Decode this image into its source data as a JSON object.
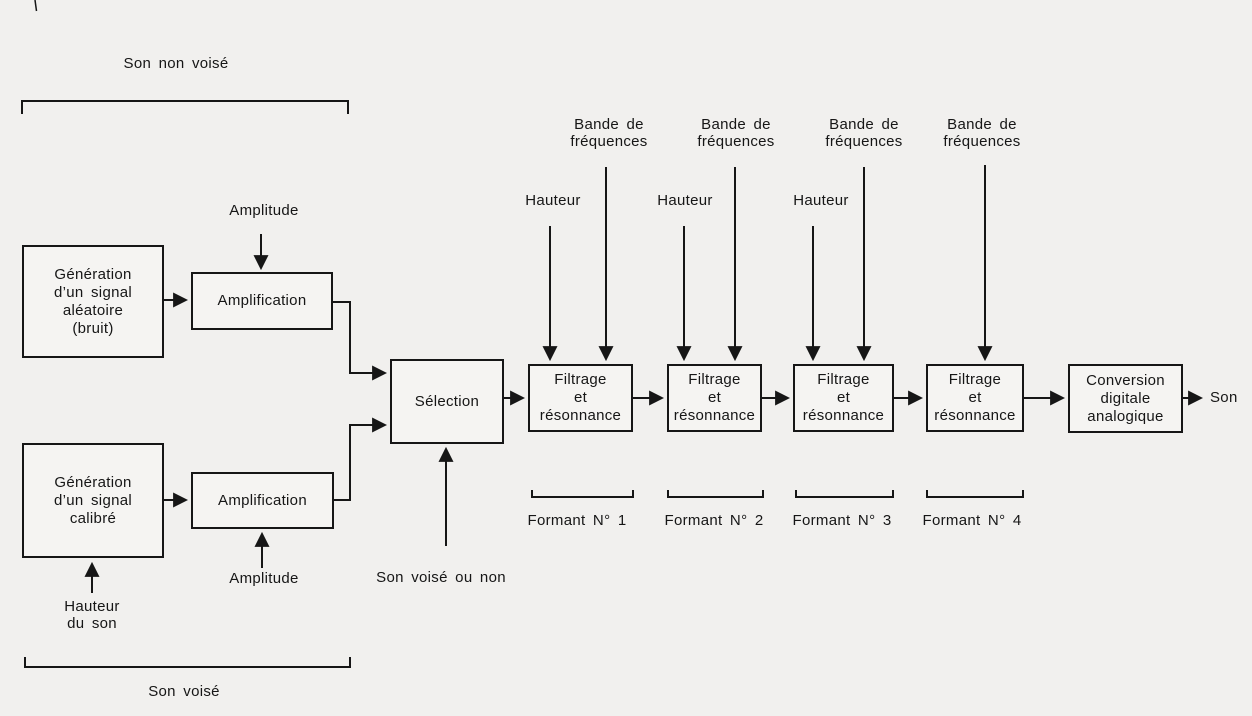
{
  "page": {
    "background": "#f1f0ee",
    "ink": "#161616"
  },
  "brackets": {
    "top_label": "Son non voisé",
    "bottom_label": "Son voisé",
    "formant_1": "Formant N° 1",
    "formant_2": "Formant N° 2",
    "formant_3": "Formant N° 3",
    "formant_4": "Formant N° 4"
  },
  "boxes": {
    "gen_random": "Génération\nd’un signal\naléatoire\n(bruit)",
    "amplification_top": "Amplification",
    "gen_calibre": "Génération\nd’un signal\ncalibré",
    "amplification_bottom": "Amplification",
    "selection": "Sélection",
    "filtrage_1": "Filtrage\net\nrésonnance",
    "filtrage_2": "Filtrage\net\nrésonnance",
    "filtrage_3": "Filtrage\net\nrésonnance",
    "filtrage_4": "Filtrage\net\nrésonnance",
    "conversion": "Conversion\ndigitale\nanalogique"
  },
  "signals": {
    "amplitude_top": "Amplitude",
    "amplitude_bottom": "Amplitude",
    "hauteur_du_son": "Hauteur\ndu son",
    "son_voise_ou_non": "Son voisé ou non",
    "hauteur_1": "Hauteur",
    "hauteur_2": "Hauteur",
    "hauteur_3": "Hauteur",
    "bande_1": "Bande de\nfréquences",
    "bande_2": "Bande de\nfréquences",
    "bande_3": "Bande de\nfréquences",
    "bande_4": "Bande de\nfréquences",
    "son_output": "Son"
  }
}
